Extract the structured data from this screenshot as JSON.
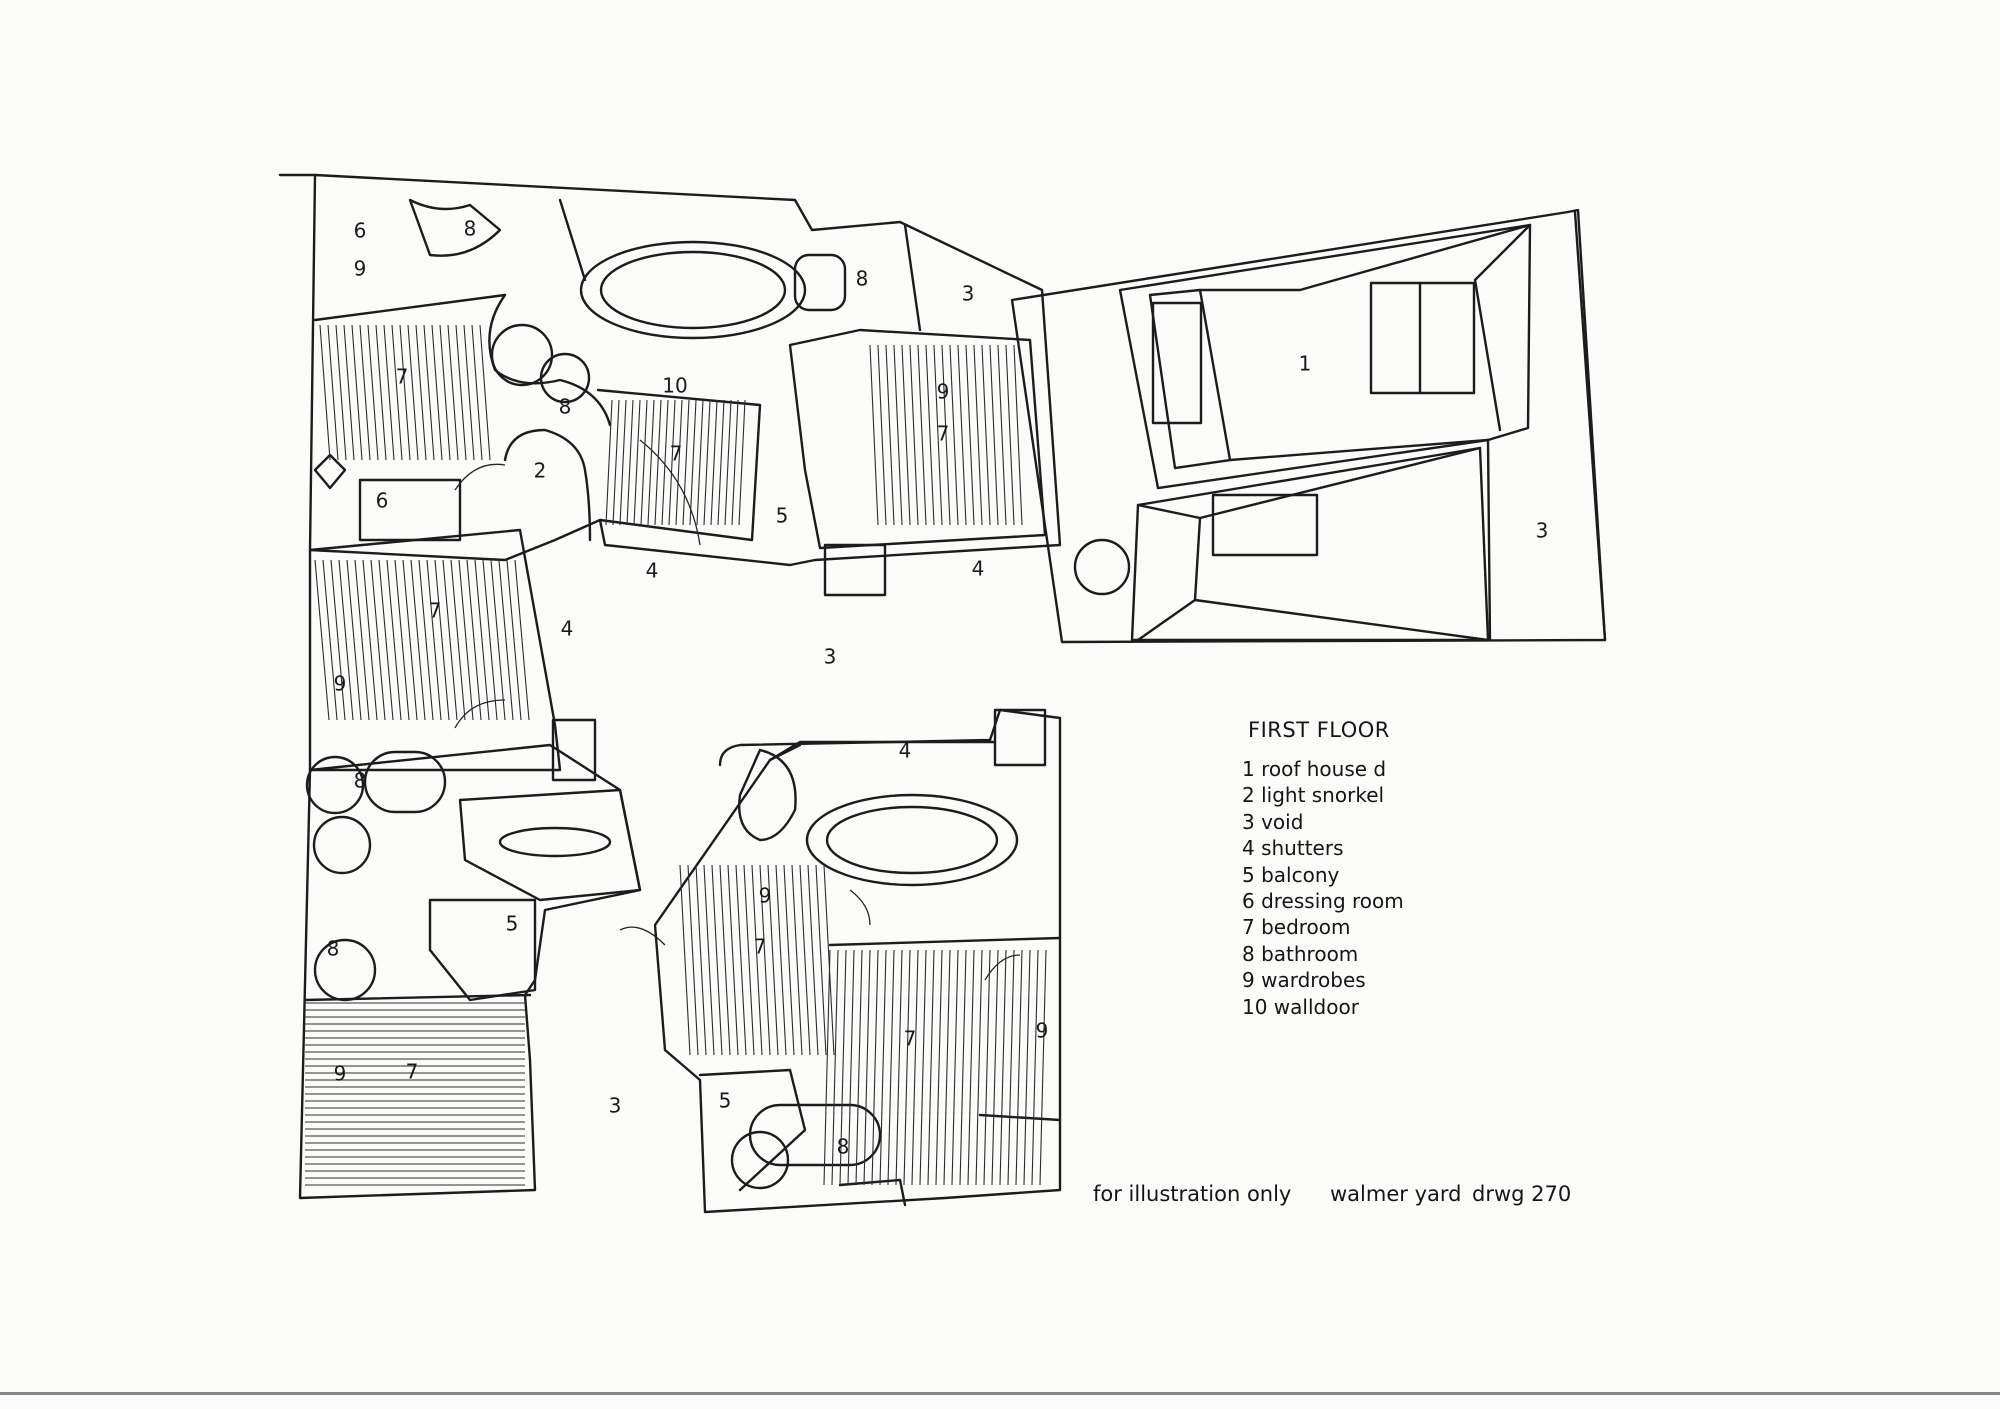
{
  "title": "FIRST FLOOR",
  "legend": [
    "1 roof house d",
    "2 light snorkel",
    "3 void",
    "4 shutters",
    "5 balcony",
    "6 dressing room",
    "7 bedroom",
    "8 bathroom",
    "9 wardrobes",
    "10 walldoor"
  ],
  "footer": {
    "note": "for illustration only",
    "project": "walmer yard",
    "drawing": "drwg 270"
  },
  "room_labels": {
    "r1": "1",
    "r2": "2",
    "r3a": "3",
    "r3b": "3",
    "r3c": "3",
    "r3d": "3",
    "r4a": "4",
    "r4b": "4",
    "r4c": "4",
    "r4d": "4",
    "r5a": "5",
    "r5b": "5",
    "r5c": "5",
    "r6a": "6",
    "r6b": "6",
    "r7a": "7",
    "r7b": "7",
    "r7c": "7",
    "r7d": "7",
    "r7e": "7",
    "r7f": "7",
    "r7g": "7",
    "r8a": "8",
    "r8b": "8",
    "r8c": "8",
    "r8d": "8",
    "r8e": "8",
    "r8f": "8",
    "r9a": "9",
    "r9b": "9",
    "r9c": "9",
    "r9d": "9",
    "r9e": "9",
    "r9f": "9",
    "r10": "10"
  }
}
